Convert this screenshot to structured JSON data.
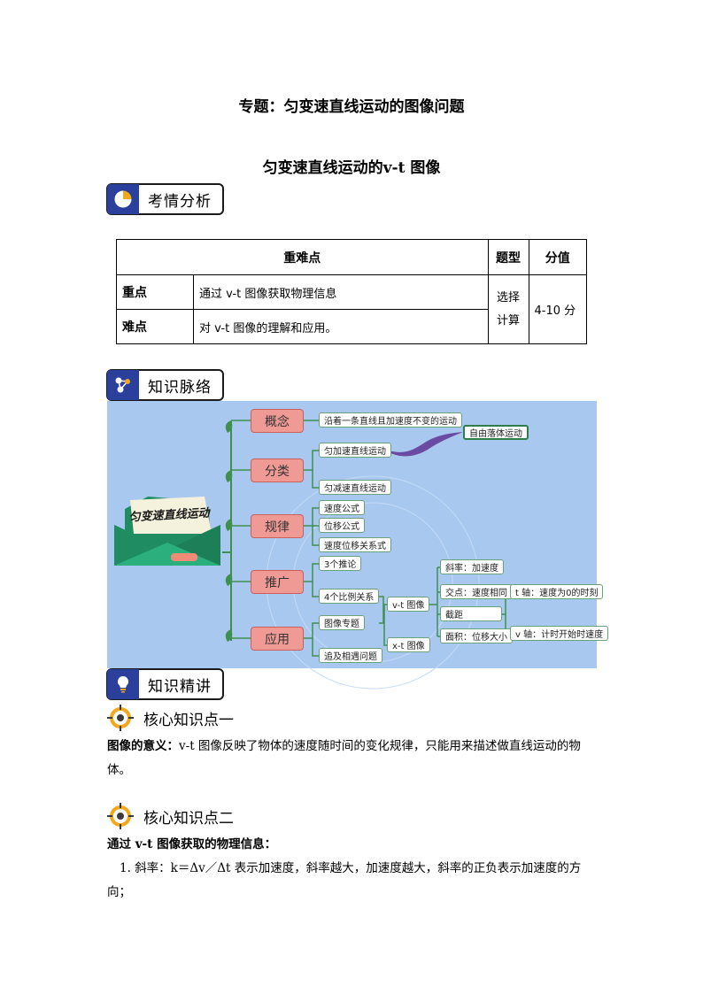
{
  "title": "专题：匀变速直线运动的图像问题",
  "subtitle": "匀变速直线运动的v-t 图像",
  "sections": {
    "analysis": "考情分析",
    "network": "知识脉络",
    "lecture": "知识精讲"
  },
  "table": {
    "headers": [
      "重难点",
      "题型",
      "分值"
    ],
    "rows": [
      {
        "label": "重点",
        "content": "通过 v-t 图像获取物理信息"
      },
      {
        "label": "难点",
        "content": "对 v-t 图像的理解和应用。"
      }
    ],
    "type_lines": [
      "选择",
      "计算"
    ],
    "score": "4-10 分"
  },
  "mindmap": {
    "center": "匀变速直线运动",
    "categories": [
      "概念",
      "分类",
      "规律",
      "推广",
      "应用"
    ],
    "concept_leaf": "沿着一条直线且加速度不变的运动",
    "free_fall": "自由落体运动",
    "class_leaves": [
      "匀加速直线运动",
      "匀减速直线运动"
    ],
    "law_leaves": [
      "速度公式",
      "位移公式",
      "速度位移关系式"
    ],
    "ext_leaves": [
      "3个推论",
      "4个比例关系"
    ],
    "app_leaves": [
      "图像专题",
      "追及相遇问题"
    ],
    "graphs": [
      "v-t 图像",
      "x-t 图像"
    ],
    "vt_props": [
      "斜率：加速度",
      "交点：速度相同",
      "截距",
      "面积：位移大小"
    ],
    "intercepts": [
      "t 轴：速度为0的时刻",
      "v 轴：计时开始时速度"
    ]
  },
  "kp1": {
    "heading": "核心知识点一",
    "term": "图像的意义：",
    "text_line1": "v-t 图像反映了物体的速度随时间的变化规律，只能用来描述做直线运动的物",
    "text_line2": "体。"
  },
  "kp2": {
    "heading": "核心知识点二",
    "term": "通过 v-t 图像获取的物理信息：",
    "item_line1": "1. 斜率：k＝Δv／Δt 表示加速度，斜率越大，加速度越大，斜率的正负表示加速度的方",
    "item_line2": "向；"
  },
  "colors": {
    "icon_bg": "#2b3f9c",
    "mindmap_bg": "#a9c8f0",
    "category": "#f09a95",
    "leaf_green": "#3f8f4f",
    "target_orange": "#f2a81d"
  }
}
